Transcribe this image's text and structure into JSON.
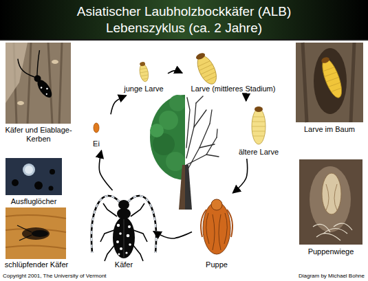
{
  "diagram": {
    "title": "Asiatischer Laubholzbockkäfer (ALB) Lebenszyklus (ca. 2 Jahre)",
    "nodes": [
      {
        "text": [
          "Ei"
        ]
      },
      {
        "text": [
          "junge Larve"
        ]
      },
      {
        "text": [
          "Larve (mittleres Stadium)"
        ]
      },
      {
        "text": [
          "ältere Larve"
        ]
      },
      {
        "text": [
          "Puppe"
        ]
      },
      {
        "text": [
          "Käfer"
        ]
      }
    ],
    "edges": [
      {
        "from": 0,
        "to": 1,
        "arrow": "to"
      },
      {
        "from": 1,
        "to": 2,
        "arrow": "to"
      },
      {
        "from": 2,
        "to": 3,
        "arrow": "to"
      },
      {
        "from": 3,
        "to": 4,
        "arrow": "to"
      },
      {
        "from": 4,
        "to": 5,
        "arrow": "to"
      },
      {
        "from": 5,
        "to": 0,
        "arrow": "to"
      }
    ],
    "labels": [
      "Käfer und Eiablage-Kerben",
      "Ausfluglöcher",
      "schlüpfender Käfer",
      "Larve im Baum",
      "Puppenwiege",
      "Copyright 2001, The University of Vermont",
      "Diagram by Michael Bohne"
    ]
  }
}
